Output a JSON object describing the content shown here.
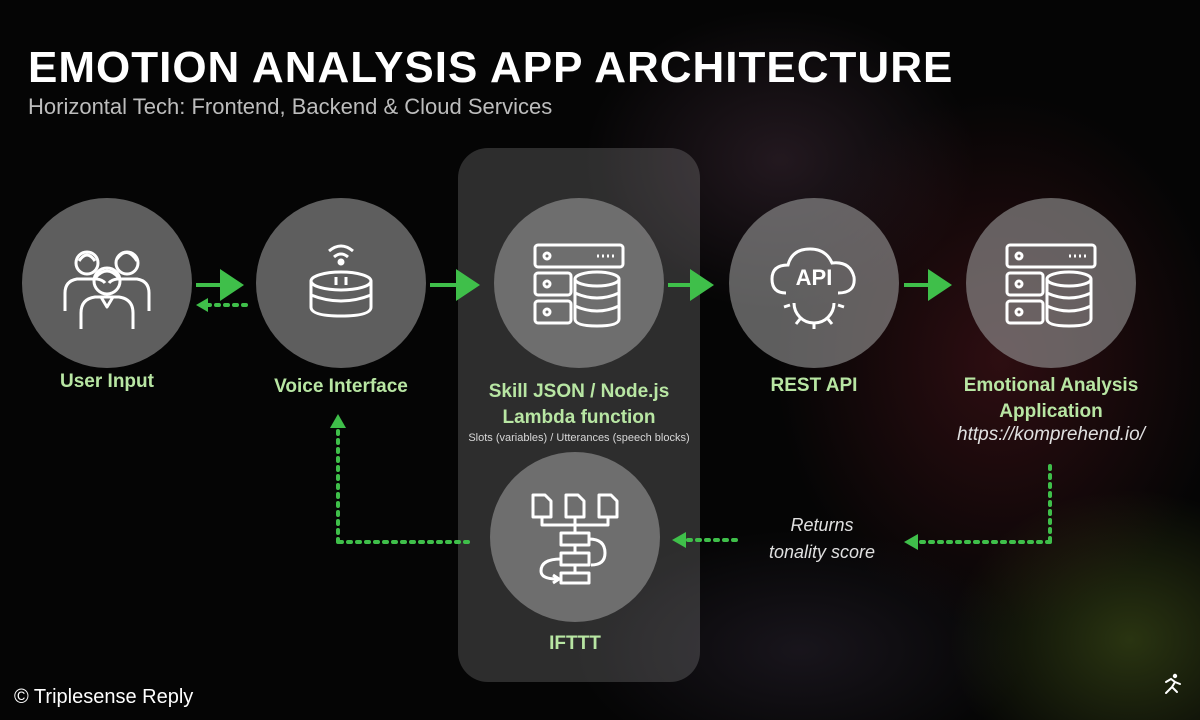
{
  "title": "EMOTION ANALYSIS APP ARCHITECTURE",
  "subtitle": "Horizontal Tech: Frontend, Backend & Cloud Services",
  "nodes": {
    "user_input": {
      "label": "User Input",
      "icon": "users-icon"
    },
    "voice_interface": {
      "label": "Voice Interface",
      "icon": "smart-speaker-icon"
    },
    "skill": {
      "label_line1": "Skill JSON / Node.js",
      "label_line2": "Lambda function",
      "note": "Slots (variables) / Utterances (speech blocks)",
      "icon": "server-database-icon"
    },
    "rest_api": {
      "label": "REST API",
      "icon": "api-cloud-gear-icon"
    },
    "emotional_analysis": {
      "label_line1": "Emotional Analysis",
      "label_line2": "Application",
      "url": "https://komprehend.io/",
      "icon": "server-database-icon"
    },
    "ifttt": {
      "label": "IFTTT",
      "icon": "workflow-icon"
    }
  },
  "returns": {
    "line1": "Returns",
    "line2": "tonality score"
  },
  "copyright": "© Triplesense Reply",
  "colors": {
    "accent_green": "#3fbf4a",
    "label_green": "#b8e6a3",
    "node_fill": "#969696"
  }
}
